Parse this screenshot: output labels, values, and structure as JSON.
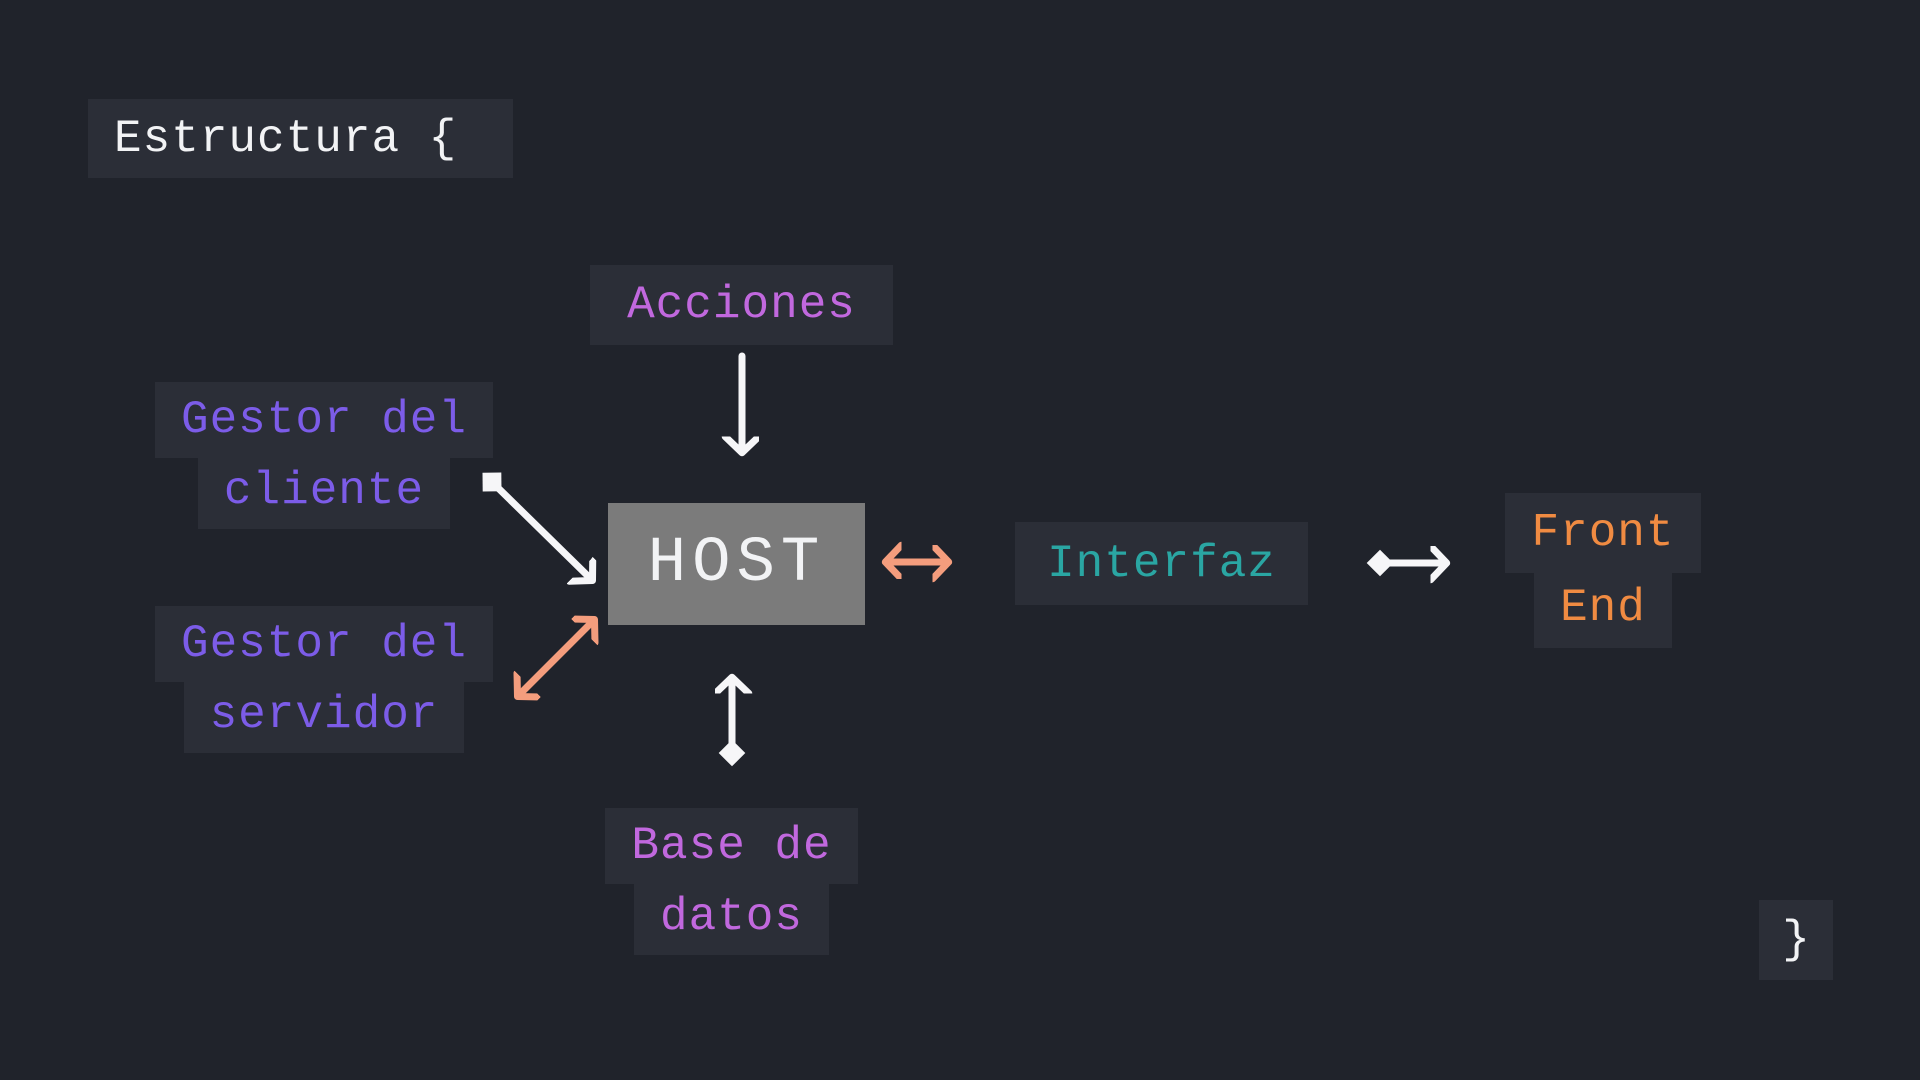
{
  "title": {
    "text": "Estructura {"
  },
  "closing_brace": "}",
  "colors": {
    "background": "#20232b",
    "panel": "#2b2e37",
    "text-white": "#f2f3f5",
    "arrow-white": "#f6f6f8",
    "host-bg": "#7b7b7b",
    "purple": "#c168de",
    "violet": "#7c5ce8",
    "teal": "#2aa6a3",
    "orange": "#f08b42",
    "salmon": "#f49d7d"
  },
  "nodes": {
    "acciones": {
      "label": "Acciones"
    },
    "gestor_cliente": {
      "line1": "Gestor del",
      "line2": "cliente"
    },
    "gestor_servidor": {
      "line1": "Gestor del",
      "line2": "servidor"
    },
    "host": {
      "label": "HOST"
    },
    "interfaz": {
      "label": "Interfaz"
    },
    "front_end": {
      "line1": "Front",
      "line2": "End"
    },
    "base_datos": {
      "line1": "Base de",
      "line2": "datos"
    }
  },
  "edges": [
    {
      "from": "acciones",
      "to": "host",
      "color": "white",
      "start": "none",
      "end": "arrow"
    },
    {
      "from": "gestor_cliente",
      "to": "host",
      "color": "white",
      "start": "diamond",
      "end": "arrow"
    },
    {
      "from": "gestor_servidor",
      "to": "host",
      "color": "salmon",
      "start": "arrow",
      "end": "arrow"
    },
    {
      "from": "host",
      "to": "interfaz",
      "color": "salmon",
      "start": "arrow",
      "end": "arrow"
    },
    {
      "from": "host",
      "to": "base_datos",
      "color": "white",
      "start": "arrow",
      "end": "diamond"
    },
    {
      "from": "interfaz",
      "to": "front_end",
      "color": "white",
      "start": "diamond",
      "end": "arrow"
    }
  ]
}
